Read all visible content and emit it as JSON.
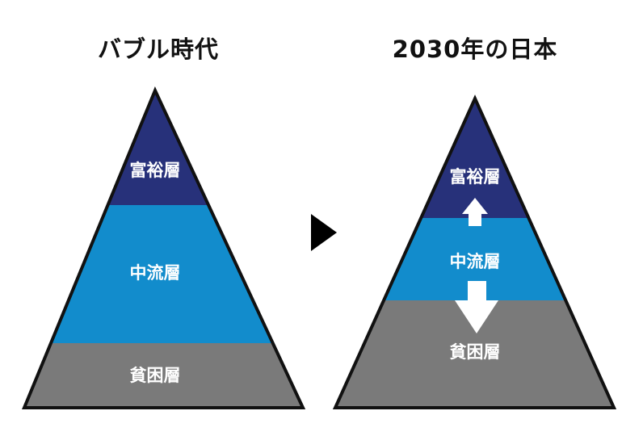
{
  "left": {
    "title": "バブル時代",
    "layers": {
      "top": "富裕層",
      "middle": "中流層",
      "bottom": "貧困層"
    }
  },
  "right": {
    "title": "2030年の日本",
    "layers": {
      "top": "富裕層",
      "middle": "中流層",
      "bottom": "貧困層"
    }
  },
  "colors": {
    "top": "#27317a",
    "middle": "#128ccc",
    "bottom": "#7a7a7a",
    "outline": "#111111"
  }
}
